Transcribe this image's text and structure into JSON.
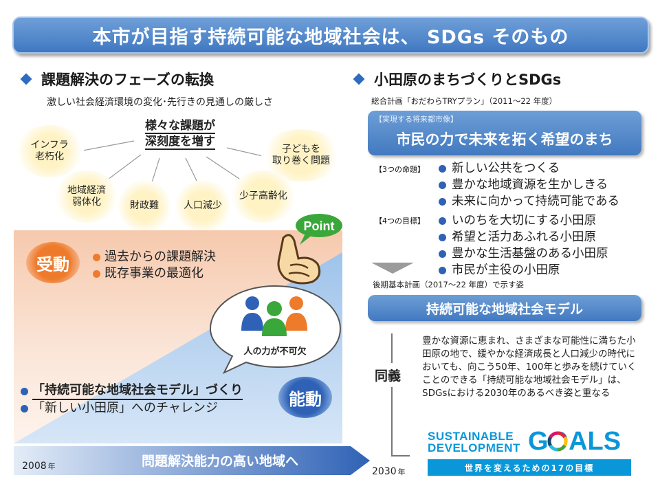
{
  "title": "本市が目指す持続可能な地域社会は、 SDGs そのもの",
  "left": {
    "heading": "課題解決のフェーズの転換",
    "subtitle": "激しい社会経済環境の変化･先行きの見通しの厳しさ",
    "hub": [
      "様々な課題が",
      "深刻度を増す"
    ],
    "issues": {
      "infra": [
        "インフラ",
        "老朽化"
      ],
      "children": [
        "子どもを",
        "取り巻く問題"
      ],
      "economy": [
        "地域経済",
        "弱体化"
      ],
      "finance": "財政難",
      "population": "人口減少",
      "aging": "少子高齢化"
    },
    "passive_label": "受動",
    "passive_items": [
      "過去からの課題解決",
      "既存事業の最適化"
    ],
    "active_label": "能動",
    "active_items": [
      "「持続可能な地域社会モデル」づくり",
      "「新しい小田原」へのチャレンジ"
    ],
    "point_label": "Point",
    "people_caption": "人の力が不可欠",
    "arrow_text": "問題解決能力の高い地域へ",
    "year_start": "2008",
    "year_end": "2030",
    "year_unit": "年"
  },
  "right": {
    "heading": "小田原のまちづくりとSDGs",
    "plan_note": "総合計画「おだわらTRYプラン」（2011～22 年度）",
    "vision_tag": "【実現する将来都市像】",
    "vision": "市民の力で未来を拓く希望のまち",
    "missions_tag": "【3つの命題】",
    "missions": [
      "新しい公共をつくる",
      "豊かな地域資源を生かしきる",
      "未来に向かって持続可能である"
    ],
    "goals_tag": "【4つの目標】",
    "goals": [
      "いのちを大切にする小田原",
      "希望と活力あふれる小田原",
      "豊かな生活基盤のある小田原",
      "市民が主役の小田原"
    ],
    "later_plan": "後期基本計画（2017～22 年度）で示す姿",
    "model": "持続可能な地域社会モデル",
    "synonym": "同義",
    "description": "豊かな資源に恵まれ、さまざまな可能性に満ちた小田原の地で、緩やかな経済成長と人口減少の時代においても、向こう50年、100年と歩みを続けていくことのできる「持続可能な地域社会モデル」は、SDGsにおける2030年のあるべき姿と重なる",
    "sdg_logo_line1": "SUSTAINABLE",
    "sdg_logo_line2": "DEVELOPMENT",
    "sdg_logo_goals": "GOALS",
    "sdg_tagline": "世界を変えるための17の目標"
  },
  "colors": {
    "brand_blue": "#3f78c2",
    "passive_orange": "#ee7b2c",
    "active_blue": "#2f62b6",
    "sdg_blue": "#0a97d9"
  }
}
